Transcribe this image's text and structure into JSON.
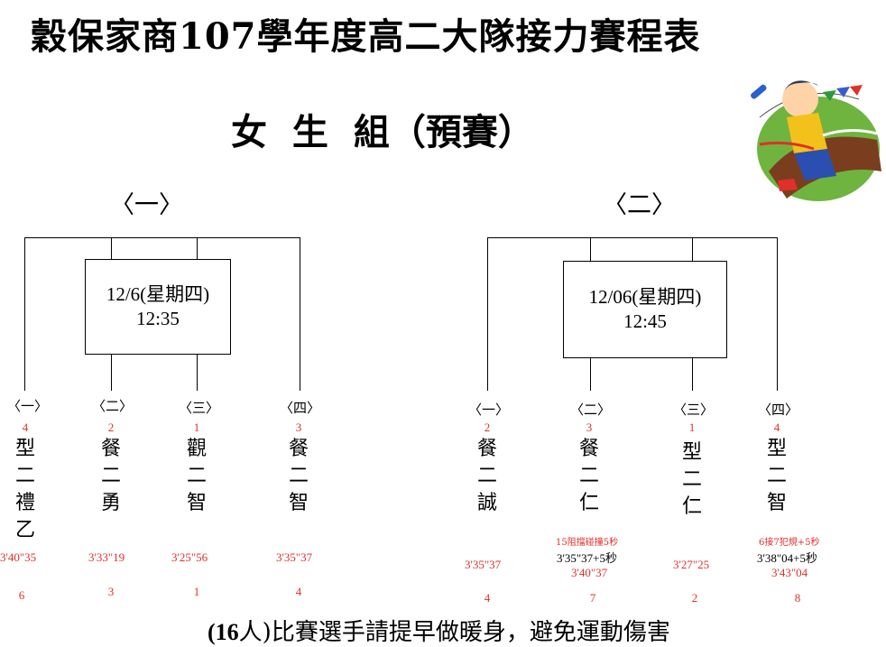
{
  "title": "穀保家商107學年度高二大隊接力賽程表",
  "subtitle": "女 生 組（預賽）",
  "footer": {
    "count": "(16",
    "person": "人)",
    "text": "比賽選手請提早做暖身，避免運動傷害"
  },
  "pools": [
    {
      "label": "〈一〉",
      "date": "12/6(星期四)",
      "time": "12:35",
      "lanes": [
        {
          "lane": "〈一〉",
          "order": "4",
          "team": [
            "型",
            "二",
            "禮",
            "乙"
          ],
          "result": "3'40\"35",
          "rank": "6"
        },
        {
          "lane": "〈二〉",
          "order": "2",
          "team": [
            "餐",
            "二",
            "勇"
          ],
          "result": "3'33\"19",
          "rank": "3"
        },
        {
          "lane": "〈三〉",
          "order": "1",
          "team": [
            "觀",
            "二",
            "智"
          ],
          "result": "3'25\"56",
          "rank": "1"
        },
        {
          "lane": "〈四〉",
          "order": "3",
          "team": [
            "餐",
            "二",
            "智"
          ],
          "result": "3'35\"37",
          "rank": "4"
        }
      ]
    },
    {
      "label": "〈二〉",
      "date": "12/06(星期四)",
      "time": "12:45",
      "lanes": [
        {
          "lane": "〈一〉",
          "order": "2",
          "team": [
            "餐",
            "二",
            "誠"
          ],
          "result": "3'35\"37",
          "rank": "4"
        },
        {
          "lane": "〈二〉",
          "order": "3",
          "team": [
            "餐",
            "二",
            "仁"
          ],
          "note": "15阻擋碰撞5秒",
          "raw": "3'35\"37+5秒",
          "result": "3'40\"37",
          "rank": "7"
        },
        {
          "lane": "〈三〉",
          "order": "1",
          "team": [
            "型",
            "二",
            "仁"
          ],
          "result": "3'27\"25",
          "rank": "2"
        },
        {
          "lane": "〈四〉",
          "order": "4",
          "team": [
            "型",
            "二",
            "智"
          ],
          "note": "6接7犯規+5秒",
          "raw": "3'38\"04+5秒",
          "result": "3'43\"04",
          "rank": "8"
        }
      ]
    }
  ],
  "colors": {
    "accent": "#e0302a",
    "line": "#000000"
  }
}
